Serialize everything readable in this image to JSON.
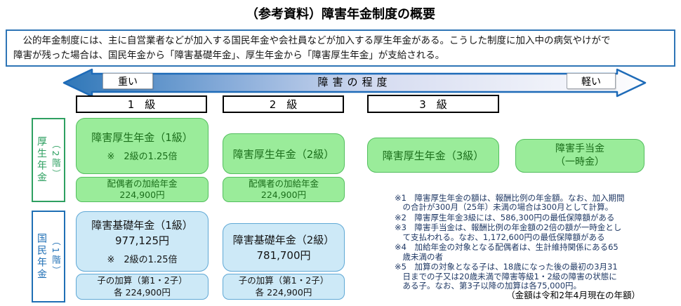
{
  "title": "（参考資料）障害年金制度の概要",
  "intro": "　公的年金制度には、主に自営業者などが加入する国民年金や会社員などが加入する厚生年金がある。こうした制度に加入中の病気やけがで\n障害が残った場合は、国民年金から「障害基礎年金」、厚生年金から「障害厚生年金」が支給される。",
  "severity_axis": {
    "label": "障害の程度",
    "left": "重い",
    "right": "軽い"
  },
  "grade_headers": [
    "1　級",
    "2　級",
    "3　級"
  ],
  "tiers": {
    "kosei": {
      "name": "厚生年金",
      "floor": "（2階）"
    },
    "kokumin": {
      "name": "国民年金",
      "floor": "（1階）"
    }
  },
  "boxes": {
    "kosei_g1": {
      "title": "障害厚生年金（1級）",
      "note": "※　2級の1.25倍"
    },
    "kosei_g1_spouse": {
      "line1": "配偶者の加給年金",
      "line2": "224,900円"
    },
    "kosei_g2": {
      "title": "障害厚生年金（2級）"
    },
    "kosei_g2_spouse": {
      "line1": "配偶者の加給年金",
      "line2": "224,900円"
    },
    "kosei_g3": {
      "title": "障害厚生年金（3級）"
    },
    "lump_sum": {
      "line1": "障害手当金",
      "line2": "（一時金）"
    },
    "kiso_g1": {
      "title": "障害基礎年金（1級）",
      "amount": "977,125円",
      "note": "※　2級の1.25倍"
    },
    "kiso_g1_child": {
      "line1": "子の加算（第1・2子）",
      "line2": "各 224,900円"
    },
    "kiso_g2": {
      "title": "障害基礎年金（2級）",
      "amount": "781,700円"
    },
    "kiso_g2_child": {
      "line1": "子の加算（第1・2子）",
      "line2": "各 224,900円"
    }
  },
  "notes": [
    "※1　障害厚生年金の額は、報酬比例の年金額。なお、加入期間\n　の合計が300月（25年）未満の場合は300月として計算。",
    "※2　障害厚生年金3級には、586,300円の最低保障額がある",
    "※3　障害手当金は、報酬比例の年金額の2倍の額が一時金とし\n　て支払われる。なお、1,172,600円の最低保障額がある",
    "※4　加給年金の対象となる配偶者は、生計維持関係にある65\n　歳未満の者",
    "※5　加算の対象となる子は、18歳になった後の最初の3月31\n　日までの子又は20歳未満で障害等級1・2級の障害の状態に\n　ある子。なお、第3子以降の加算は各75,000円。"
  ],
  "footnote": "（金額は令和2年4月現在の年額）",
  "colors": {
    "accent_blue": "#2E75B6",
    "green_fill": "#9AEC9A",
    "green_border": "#53BE5E",
    "green_text": "#1B6E1B",
    "blue_fill": "#CDE9F7",
    "blue_border": "#5FA8D5",
    "tier_kosei_green": "#2EA061",
    "tier_kokumin_blue": "#1F6FB5",
    "note_text": "#1F3864"
  }
}
